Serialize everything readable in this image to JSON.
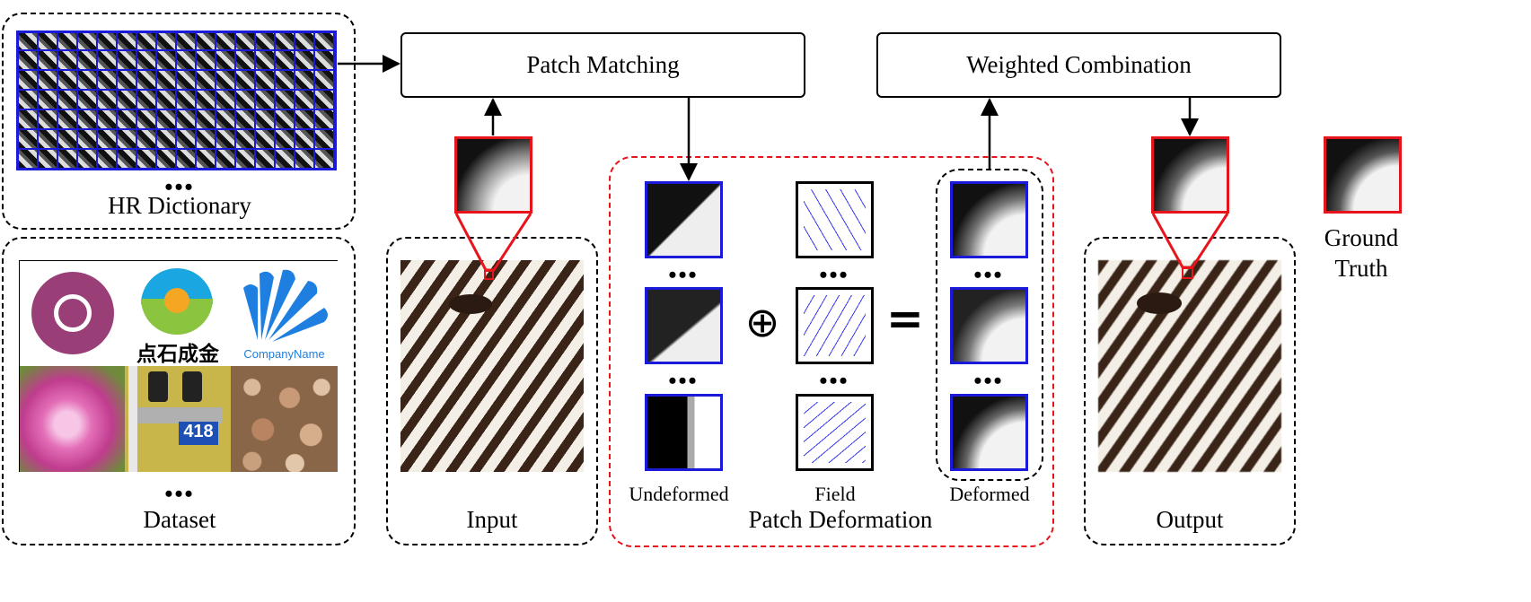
{
  "labels": {
    "hr_dictionary": "HR Dictionary",
    "dataset": "Dataset",
    "input": "Input",
    "output": "Output",
    "ground_truth_line1": "Ground",
    "ground_truth_line2": "Truth",
    "undeformed": "Undeformed",
    "field": "Field",
    "deformed": "Deformed",
    "patch_deformation": "Patch Deformation"
  },
  "process_boxes": {
    "patch_matching": "Patch Matching",
    "weighted_combination": "Weighted Combination"
  },
  "ellipsis": "•••",
  "operators": {
    "plus": "⊕",
    "equals": "="
  },
  "dataset_logo_text": {
    "chinese": "点石成金",
    "company": "CompanyName"
  },
  "dataset_badge_number": "418",
  "colors": {
    "patch_border": "#1a1ad8",
    "highlight_red": "#e8141c",
    "dash_border": "#000000"
  }
}
